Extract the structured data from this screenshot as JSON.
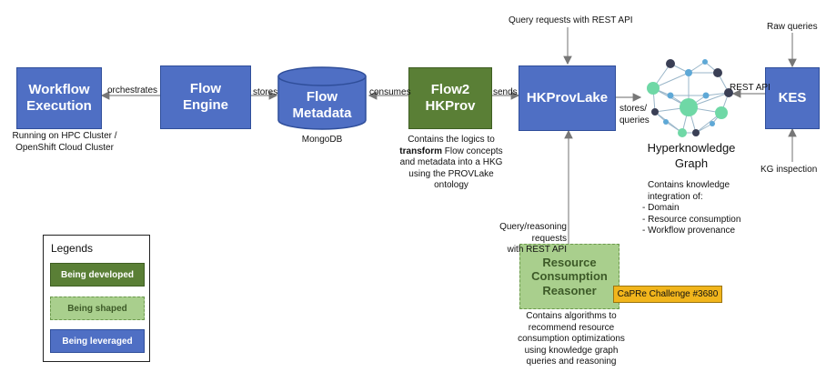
{
  "nodes": {
    "workflow_execution": {
      "line1": "Workflow",
      "line2": "Execution"
    },
    "flow_engine": {
      "line1": "Flow",
      "line2": "Engine"
    },
    "flow_metadata": {
      "line1": "Flow",
      "line2": "Metadata"
    },
    "flow2hkprov": {
      "line1": "Flow2",
      "line2": "HKProv"
    },
    "hkprovlake": {
      "label": "HKProvLake"
    },
    "kes": {
      "label": "KES"
    },
    "reasoner": {
      "line1": "Resource",
      "line2": "Consumption",
      "line3": "Reasoner"
    },
    "hk_graph": {
      "line1": "Hyperknowledge",
      "line2": "Graph"
    }
  },
  "edges": {
    "orchestrates": "orchestrates",
    "stores": "stores",
    "consumes": "consumes",
    "sends": "sends",
    "stores_queries_1": "stores/",
    "stores_queries_2": "queries",
    "rest_api": "REST API",
    "query_requests": "Query requests with REST API",
    "raw_queries": "Raw queries",
    "kg_inspection": "KG inspection",
    "reasoning_requests_1": "Query/reasoning  requests",
    "reasoning_requests_2": "with REST API"
  },
  "notes": {
    "workflow_exec_1": "Running on HPC Cluster /",
    "workflow_exec_2": "OpenShift Cloud Cluster",
    "mongodb": "MongoDB",
    "flow2hkprov_1": "Contains the logics to",
    "flow2hkprov_2_bold": "transform",
    "flow2hkprov_2_rest": " Flow concepts",
    "flow2hkprov_3": "and metadata into a HKG",
    "flow2hkprov_4": "using the PROVLake",
    "flow2hkprov_5": "ontology",
    "hkg_1": "Contains knowledge",
    "hkg_2": "integration of:",
    "hkg_3": "- Domain",
    "hkg_4": "- Resource consumption",
    "hkg_5": "- Workflow provenance",
    "reasoner_1": "Contains algorithms to",
    "reasoner_2": "recommend resource",
    "reasoner_3": "consumption optimizations",
    "reasoner_4": "using knowledge graph",
    "reasoner_5": "queries and reasoning"
  },
  "badge": "CaPRe Challenge #3680",
  "legend": {
    "title": "Legends",
    "developed": "Being developed",
    "shaped": "Being shaped",
    "leveraged": "Being leveraged"
  },
  "colors": {
    "leveraged": "#4f6fc4",
    "developed": "#5a7f36",
    "shaped": "#a9cf8d",
    "badge": "#f1b51c"
  }
}
